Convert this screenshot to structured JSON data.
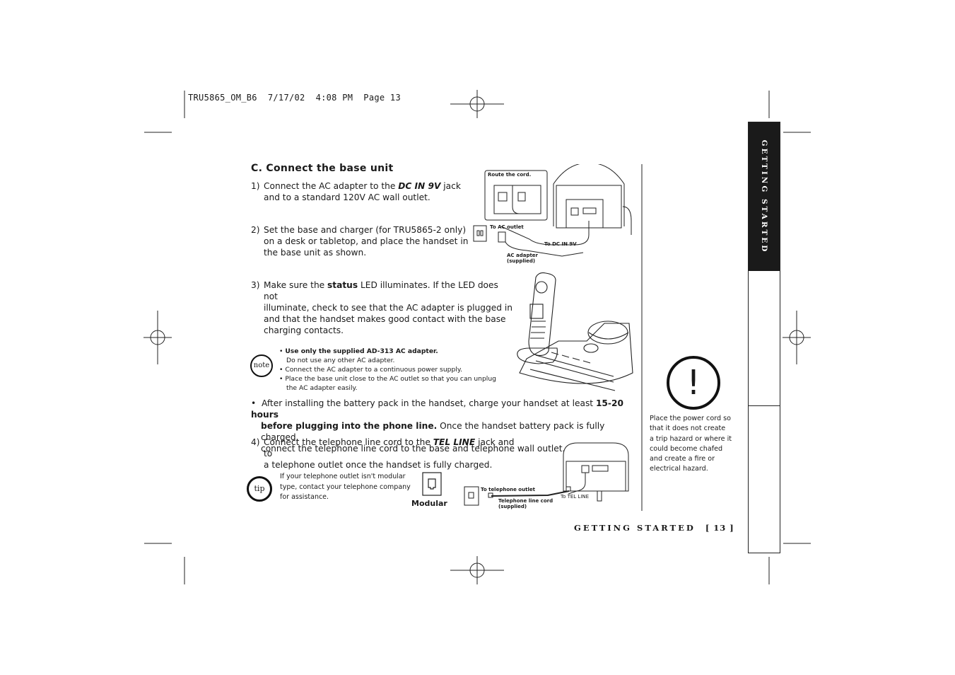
{
  "header": {
    "text": "TRU5865_OM_B6  7/17/02  4:08 PM  Page 13"
  },
  "section": {
    "title": "C. Connect the base unit"
  },
  "steps": {
    "s1": {
      "num": "1)",
      "pre": "Connect the AC adapter to the ",
      "em": "DC IN 9V",
      "post1": " jack",
      "line2": "and to a standard 120V AC wall outlet."
    },
    "s2": {
      "num": "2)",
      "l1": "Set the base and charger (for TRU5865-2 only)",
      "l2": "on a desk or tabletop, and place the handset in",
      "l3": "the base unit as shown."
    },
    "s3": {
      "num": "3)",
      "pre": "Make sure the ",
      "bold": "status",
      "post": " LED illuminates. If the LED does not",
      "l2": "illuminate, check to see that the AC adapter is plugged in",
      "l3": "and that the handset makes good contact with the base",
      "l4": "charging contacts."
    },
    "s4": {
      "num": "4)",
      "pre": "Connect the telephone line cord to the ",
      "em": "TEL LINE",
      "post": " jack and to",
      "l2": "a telephone outlet once the handset is fully charged."
    }
  },
  "note": {
    "icon_label": "note",
    "b1_bold": "Use only the supplied AD-313 AC adapter.",
    "b1_sub": "Do not use any other AC adapter.",
    "b2": "Connect the AC adapter to a continuous power supply.",
    "b3": "Place the base unit close to the AC outlet so that you can unplug",
    "b3_sub": "the AC adapter easily."
  },
  "bullet": {
    "pre": "After installing the battery pack in the handset, charge your handset at least ",
    "bold1": "15-20 hours",
    "bold2": "before plugging into the phone line.",
    "post": " Once the handset battery pack is fully charged,",
    "l3": "connect the telephone line cord to the base and telephone wall outlet."
  },
  "tip": {
    "icon_label": "tip",
    "l1": "If your telephone outlet isn't modular",
    "l2": "type, contact your telephone company",
    "l3": "for assistance.",
    "modular": "Modular"
  },
  "figure1": {
    "route": "Route the cord.",
    "ac_outlet": "To AC outlet",
    "dc_in": "To DC IN 9V",
    "adapter1": "AC adapter",
    "adapter2": "(supplied)"
  },
  "figure2": {
    "tel_outlet": "To telephone outlet",
    "cord1": "Telephone line cord",
    "cord2": "(supplied)",
    "tel_line": "To TEL LINE"
  },
  "warning": {
    "symbol": "!",
    "l1": "Place the power cord so",
    "l2": "that it does not create",
    "l3": "a trip hazard or where it",
    "l4": "could become chafed",
    "l5": "and create a fire or",
    "l6": "electrical hazard."
  },
  "sidebar": {
    "tab": "GETTING STARTED"
  },
  "footer": {
    "section": "GETTING STARTED",
    "page": "[ 13 ]"
  }
}
